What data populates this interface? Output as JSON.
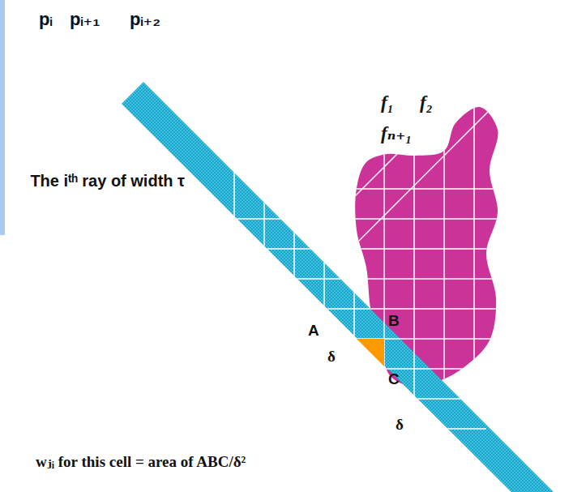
{
  "diagram": {
    "labels": [
      "pᵢ",
      "pᵢ₊₁",
      "pᵢ₊₂",
      "f₁",
      "f₂",
      "fₙ₊₁",
      "The iᵗʰ ray of width τ",
      "A",
      "B",
      "C",
      "δ",
      "δ",
      "wⱼᵢ for this cell = area of ABC/δ²"
    ]
  }
}
